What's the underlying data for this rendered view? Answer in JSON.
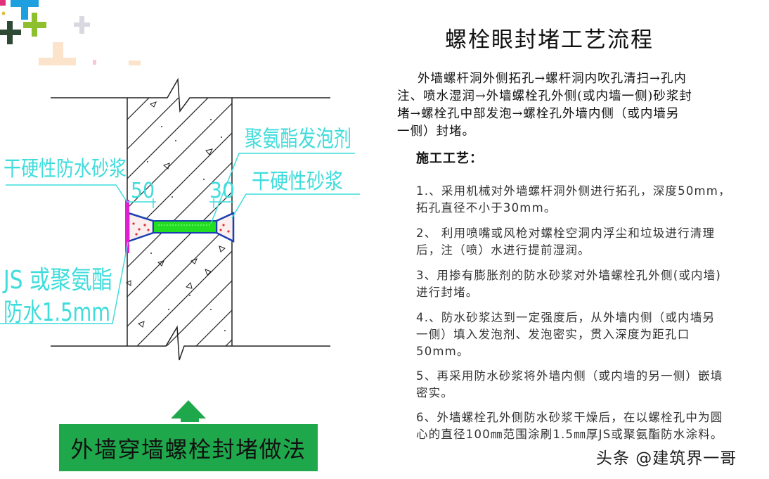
{
  "colors": {
    "cad_label": "#3fdcdc",
    "coating_magenta": "#e020d0",
    "foam_green": "#22dd22",
    "outline_blue": "#1a3fb0",
    "caption_green": "#1fa84b",
    "deco_magenta": "#e0307a",
    "deco_blue": "#1e9fe0",
    "deco_olive": "#8dbf2e",
    "deco_darkgreen": "#2f4a34",
    "deco_grey": "#d8d8e0",
    "deco_peach": "#fbe3cc"
  },
  "diagram": {
    "labels": {
      "dry_waterproof_mortar": "干硬性防水砂浆",
      "dim_outer": "50",
      "dim_inner": "30",
      "pu_foam": "聚氨酯发泡剂",
      "dry_mortar": "干硬性砂浆",
      "coating_line1": "JS 或聚氨酯",
      "coating_line2": "防水1.5mm"
    },
    "caption": "外墙穿墙螺栓封堵做法"
  },
  "content": {
    "title": "螺栓眼封堵工艺流程",
    "intro_lines": [
      "外墙螺杆洞外侧拓孔→螺杆洞内吹孔清扫→孔内",
      "注、喷水湿润→外墙螺栓孔外侧(或内墙一侧)砂浆封",
      "堵→螺栓孔中部发泡→螺栓孔外墙内侧（或内墙另",
      "一侧）封堵。"
    ],
    "section_heading": "施工工艺：",
    "steps": [
      {
        "lines": [
          "1.、采用机械对外墙螺杆洞外侧进行拓孔，深度50mm，",
          "拓孔直径不小于30mm。"
        ]
      },
      {
        "lines": [
          "2、 利用喷嘴或风枪对螺栓空洞内浮尘和垃圾进行清理",
          "后，注（喷）水进行提前湿润。"
        ]
      },
      {
        "lines": [
          "3、用掺有膨胀剂的防水砂浆对外墙螺栓孔外侧(或内墙)",
          "进行封堵。"
        ]
      },
      {
        "lines": [
          "4.、防水砂浆达到一定强度后，从外墙内侧（或内墙另",
          "一侧）填入发泡剂、发泡密实，贯入深度为距孔口",
          "50mm。"
        ]
      },
      {
        "lines": [
          "5、再采用防水砂浆将外墙内侧（或内墙的另一侧）嵌填",
          "密实。"
        ]
      },
      {
        "lines": [
          "6、外墙螺栓孔外侧防水砂浆干燥后，在以螺栓孔中为圆",
          "心的直径100㎜范围涂刷1.5㎜厚JS或聚氨酯防水涂料。"
        ]
      }
    ]
  },
  "watermark": "头条 @建筑界一哥"
}
